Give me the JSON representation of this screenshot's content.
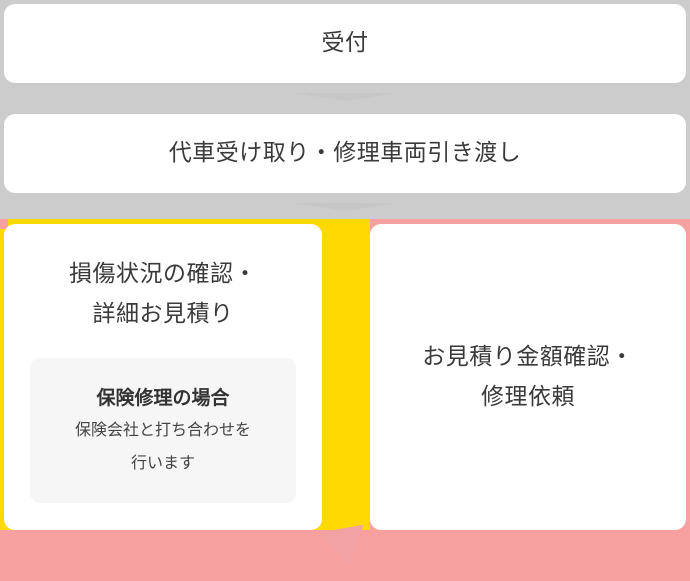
{
  "steps": [
    {
      "label": "受付"
    },
    {
      "label": "代車受け取り・修理車両引き渡し"
    }
  ],
  "left_step": {
    "label_line1": "損傷状況の確認・",
    "label_line2": "詳細お見積り",
    "note": {
      "title": "保険修理の場合",
      "body_line1": "保険会社と打ち合わせを",
      "body_line2": "行います"
    }
  },
  "right_step": {
    "label_line1": "お見積り金額確認・",
    "label_line2": "修理依頼"
  },
  "colors": {
    "top_background": "#cccccc",
    "left_highlight": "#ffd900",
    "right_highlight": "#f6a0a0",
    "box": "#ffffff",
    "note_box": "#f6f6f6",
    "text": "#3a3a3a"
  }
}
